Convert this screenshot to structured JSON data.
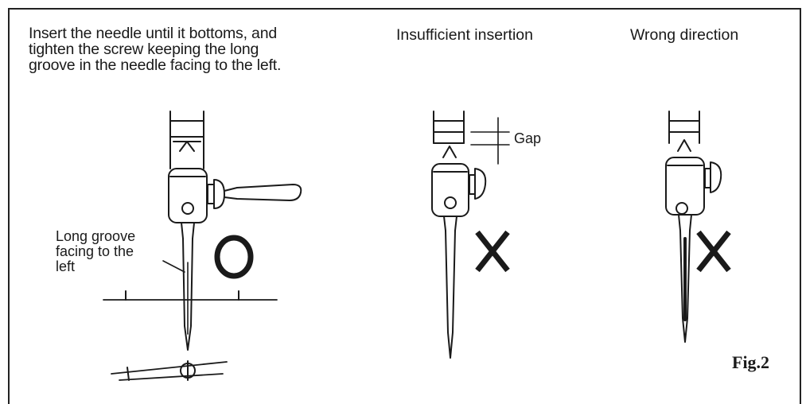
{
  "instructions": {
    "line1": "Insert the needle until it bottoms, and",
    "line2": "tighten the screw keeping the long",
    "line3": "groove in the needle facing to the left."
  },
  "headings": {
    "insufficient": "Insufficient insertion",
    "wrong": "Wrong direction"
  },
  "labels": {
    "long_groove_1": "Long groove",
    "long_groove_2": "facing to the",
    "long_groove_3": "left",
    "gap": "Gap"
  },
  "figure_label": "Fig.2",
  "marks": {
    "correct": "circle",
    "incorrect": "cross"
  }
}
